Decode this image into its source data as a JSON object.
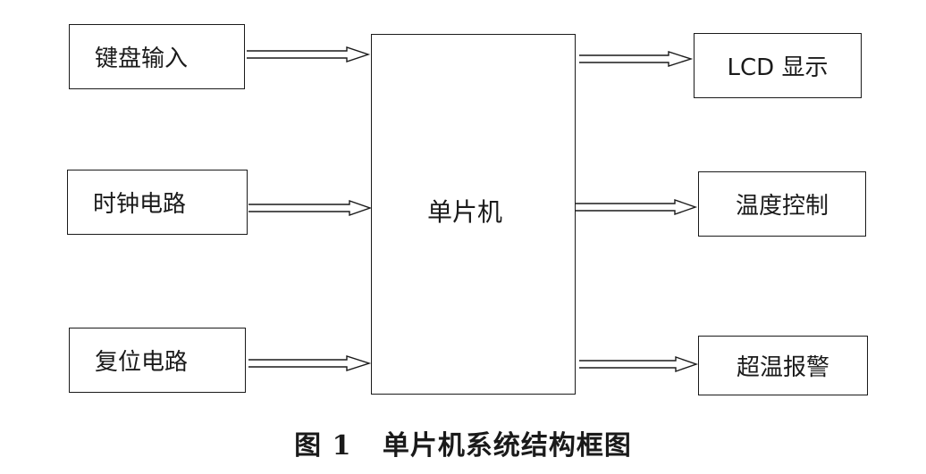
{
  "inputs": [
    {
      "label": "键盘输入"
    },
    {
      "label": "时钟电路"
    },
    {
      "label": "复位电路"
    }
  ],
  "center": {
    "label": "单片机"
  },
  "outputs": [
    {
      "label": "LCD 显示"
    },
    {
      "label": "温度控制"
    },
    {
      "label": "超温报警"
    }
  ],
  "caption": "图 1   单片机系统结构框图"
}
